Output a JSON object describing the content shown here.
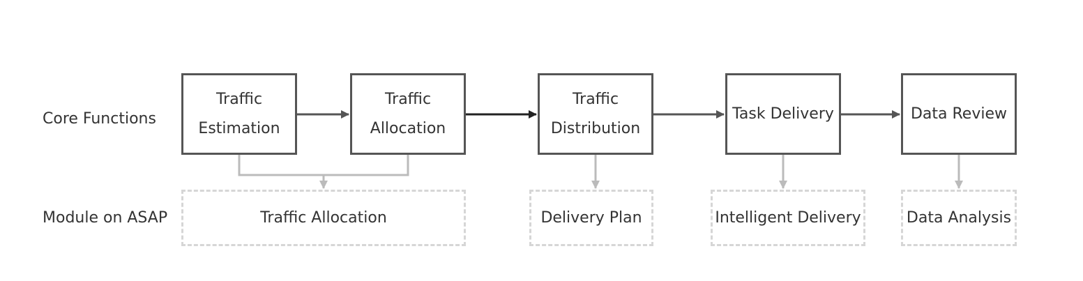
{
  "diagram": {
    "rows": {
      "core": "Core Functions",
      "module": "Module on ASAP"
    },
    "core_nodes": [
      "Traffic\nEstimation",
      "Traffic\nAllocation",
      "Traffic\nDistribution",
      "Task Delivery",
      "Data Review"
    ],
    "module_nodes": [
      "Traffic Allocation",
      "Delivery Plan",
      "Intelligent Delivery",
      "Data Analysis"
    ],
    "colors": {
      "core_border": "#555555",
      "module_border": "#d6d6d6",
      "arrow": "#555555",
      "arrow_emphasis": "#222222",
      "connector": "#bbbbbb",
      "text": "#333333"
    }
  }
}
